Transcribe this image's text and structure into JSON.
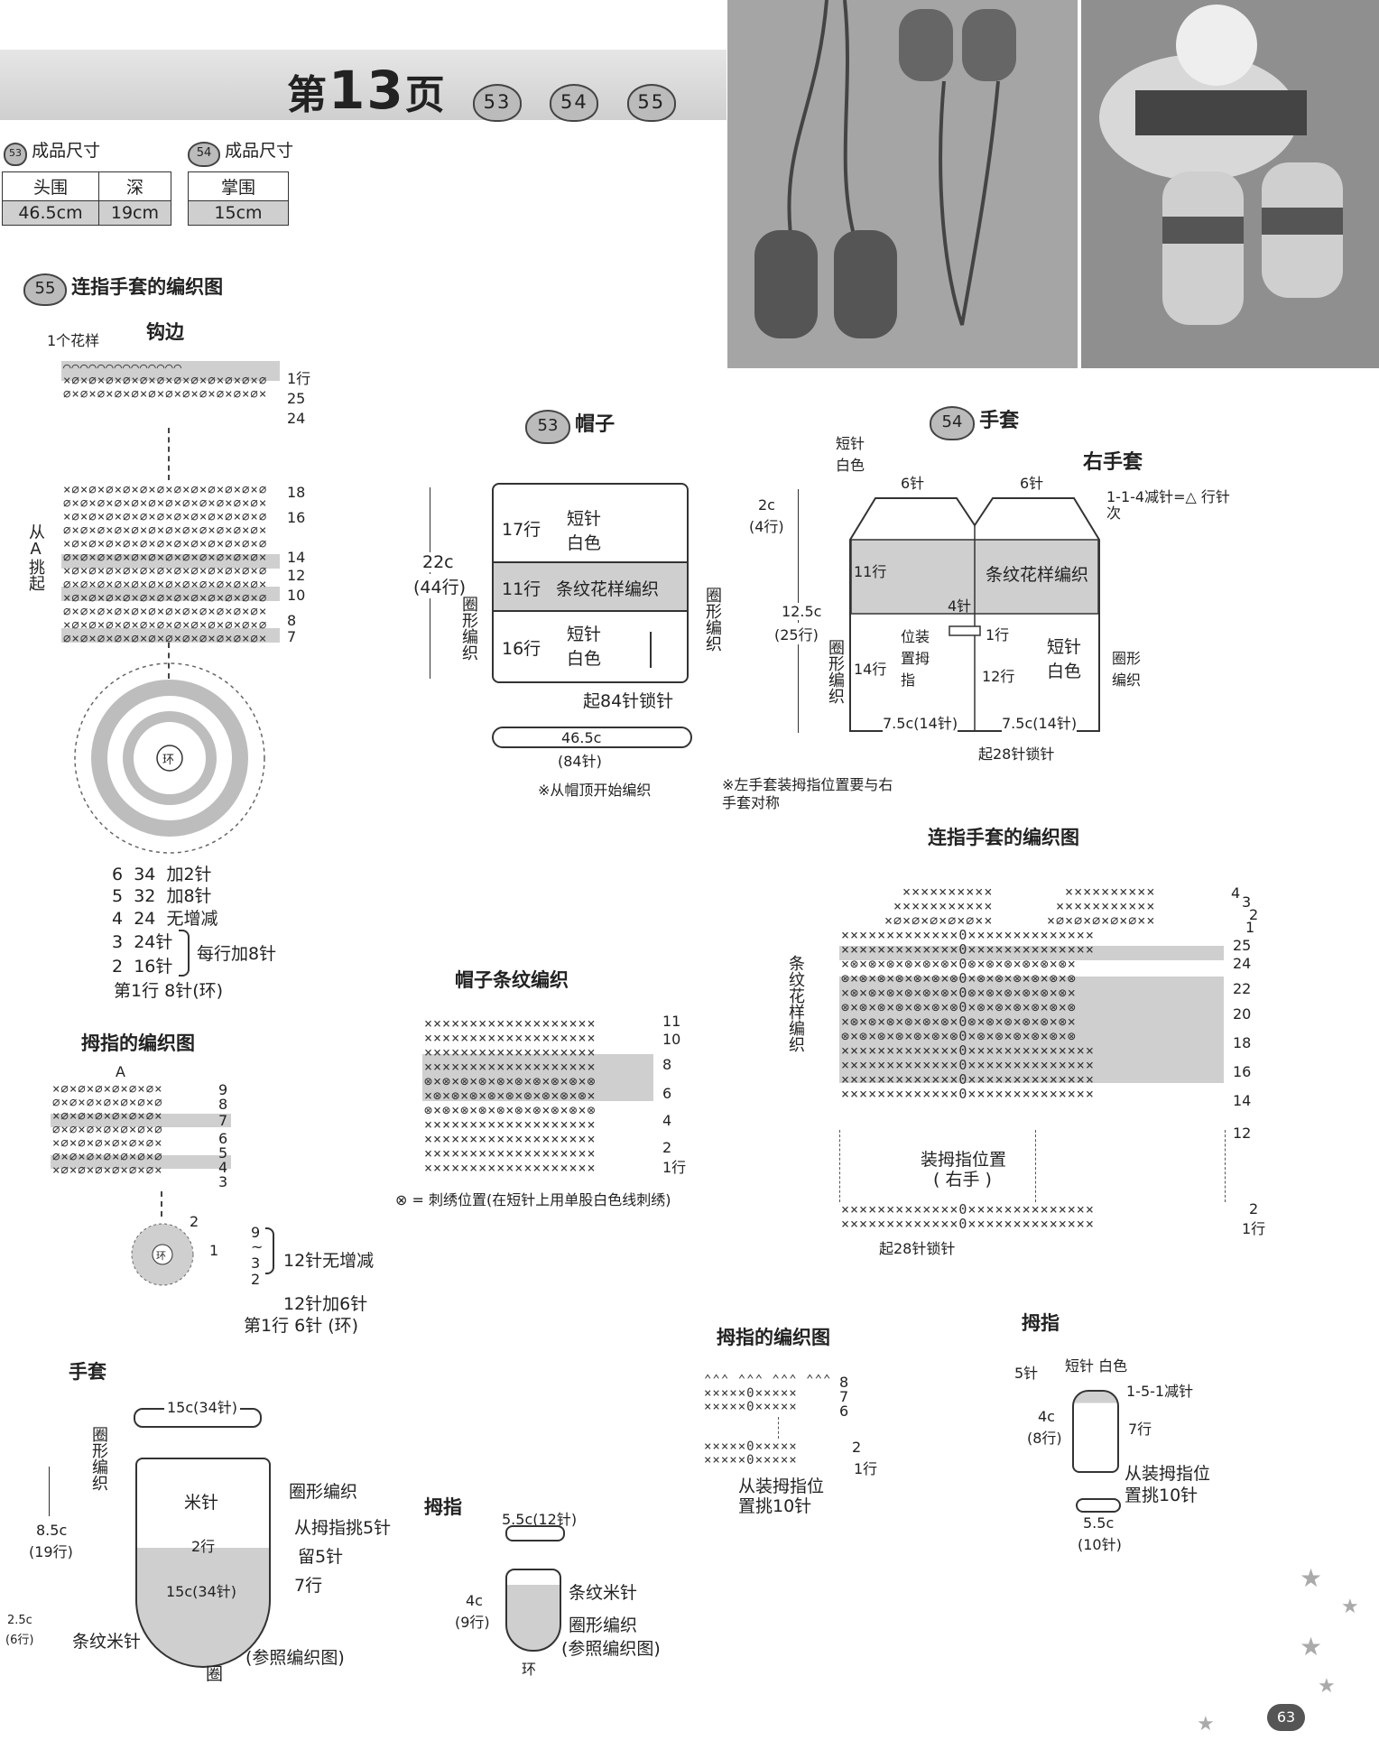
{
  "header": {
    "page_prefix": "第",
    "page_num": "13",
    "page_suffix": "页",
    "badges": [
      "53",
      "54",
      "55"
    ]
  },
  "size53": {
    "badge": "53",
    "title": "成品尺寸",
    "head_cols": [
      "头围",
      "深"
    ],
    "vals": [
      "46.5cm",
      "19cm"
    ]
  },
  "size54": {
    "badge": "54",
    "title": "成品尺寸",
    "head_col": "掌围",
    "val": "15cm"
  },
  "sec55": {
    "badge": "55",
    "title": "连指手套的编织图",
    "edge_title": "钩边",
    "pattern_label": "1个花样",
    "row_labels_top": [
      "1行",
      "25",
      "24"
    ],
    "row_labels_mid": [
      "18",
      "16",
      "14",
      "12",
      "10",
      "8",
      "7"
    ],
    "pick_label": "从A挑起",
    "round_center": "环",
    "round_rows": [
      {
        "n": "6",
        "st": "34",
        "note": "加2针"
      },
      {
        "n": "5",
        "st": "32",
        "note": "加8针"
      },
      {
        "n": "4",
        "st": "24",
        "note": "无增减"
      },
      {
        "n": "3",
        "st": "24针",
        "note": ""
      },
      {
        "n": "2",
        "st": "16针",
        "note": ""
      }
    ],
    "round_brace": "每行加8针",
    "round_first": "第1行 8针(环)"
  },
  "thumb55": {
    "title": "拇指的编织图",
    "a_label": "A",
    "rows_right": [
      "9",
      "8",
      "7",
      "6",
      "5",
      "4",
      "3"
    ],
    "round_nums": [
      "2",
      "1"
    ],
    "center": "环",
    "brace_rows": [
      "9",
      "~",
      "3",
      "2"
    ],
    "brace_text": "12针无增减",
    "row2_text": "12针加6针",
    "first_row": "第1行  6针 (环)"
  },
  "mitten55": {
    "title": "手套",
    "top_width": "15c(34针)",
    "left_label": "圈形编织",
    "body_label": "米针",
    "right_label": "圈形编织",
    "thumb_pick": "从拇指挑5针",
    "leave": "留5针",
    "rows2": "2行",
    "rows7": "7行",
    "mid_width": "15c(34针)",
    "h1": "8.5c",
    "h1_rows": "(19行)",
    "h2": "2.5c",
    "h2_rows": "(6行)",
    "stripe": "条纹米针",
    "ring": "圈",
    "ref": "(参照编织图)"
  },
  "thumb_small": {
    "title": "拇指",
    "top_width": "5.5c(12针)",
    "h": "4c",
    "h_rows": "(9行)",
    "stripe": "条纹米针",
    "round": "圈形编织",
    "ref": "(参照编织图)",
    "ring": "环"
  },
  "hat53": {
    "badge": "53",
    "title": "帽子",
    "height": "22c",
    "height_rows": "(44行)",
    "left_label": "圈形编织",
    "right_label": "圈形编织",
    "top_rows": "17行",
    "top_text": "短针 白色",
    "mid_rows": "11行",
    "mid_text": "条纹花样编织",
    "bot_rows": "16行",
    "bot_text": "短针 白色",
    "start": "起84针锁针",
    "circ": "46.5c",
    "circ_st": "(84针)",
    "note": "※从帽顶开始编织"
  },
  "hat_stripe": {
    "title": "帽子条纹编织",
    "rows": [
      "11",
      "10",
      "8",
      "6",
      "4",
      "2",
      "1行"
    ],
    "legend": "⊗ = 刺绣位置(在短针上用单股白色线刺绣)"
  },
  "glove54": {
    "badge": "54",
    "title": "手套",
    "subtitle": "右手套",
    "corner_label": "短针 白色",
    "top_st_left": "6针",
    "top_st_right": "6针",
    "decrease": "1-1-4减针=△ 行针次",
    "h_top": "2c",
    "h_top_rows": "(4行)",
    "h_main": "12.5c",
    "h_main_rows": "(25行)",
    "left_label": "圈形编织",
    "rows11": "11行",
    "band_text": "条纹花样编织",
    "thumb_st": "4针",
    "row1": "1行",
    "thumb_pos": "位装置拇指",
    "rows14": "14行",
    "rows12": "12行",
    "body_text": "短针 白色",
    "right_label": "圈形编织",
    "w_left": "7.5c(14针)",
    "w_right": "7.5c(14针)",
    "start": "起28针锁针",
    "note": "※左手套装拇指位置要与右手套对称"
  },
  "chart54": {
    "title": "连指手套的编织图",
    "side_label": "条纹花样编织",
    "rows_right": [
      "4",
      "3",
      "2",
      "1",
      "25",
      "24",
      "22",
      "20",
      "18",
      "16",
      "14",
      "12"
    ],
    "thumb_pos": "装拇指位置",
    "thumb_pos2": "( 右手 )",
    "bottom_rows": [
      "2",
      "1行"
    ],
    "start": "起28针锁针"
  },
  "thumb54": {
    "title": "拇指的编织图",
    "rows_right": [
      "8",
      "7",
      "6",
      "2",
      "1行"
    ],
    "pick": "从装拇指位",
    "pick2": "置挑10针"
  },
  "thumb54_shape": {
    "title": "拇指",
    "top_st": "5针",
    "label": "短针 白色",
    "decrease": "1-5-1减针",
    "h": "4c",
    "h_rows": "(8行)",
    "rows": "7行",
    "pick": "从装拇指位",
    "pick2": "置挑10针",
    "circ": "5.5c",
    "circ_st": "(10针)"
  },
  "footer": {
    "page_num": "63"
  },
  "colors": {
    "band": "#cfcfcf",
    "photo": "#9a9a9a",
    "ink": "#222222"
  }
}
